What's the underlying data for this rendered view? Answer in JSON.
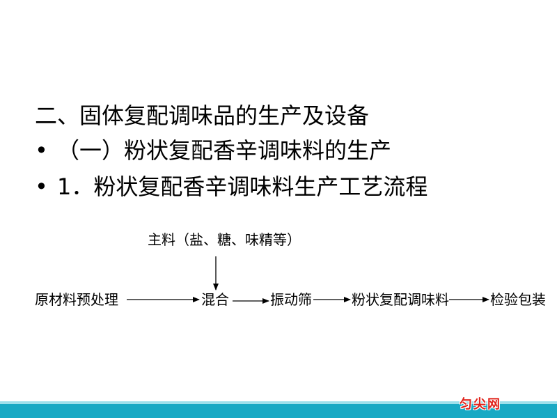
{
  "heading": "二、固体复配调味品的生产及设备",
  "bullets": [
    {
      "marker": "•",
      "text": "（一）粉状复配香辛调味料的生产"
    },
    {
      "marker": "•",
      "text": "1．粉状复配香辛调味料生产工艺流程"
    }
  ],
  "flow": {
    "input_label": "主料（盐、糖、味精等）",
    "steps": [
      "原材料预处理",
      "混合",
      "振动筛",
      "粉状复配调味料",
      "检验包装"
    ]
  },
  "footer": {
    "logo_text": "匀尖网",
    "bar_color": "#19a9c4"
  }
}
